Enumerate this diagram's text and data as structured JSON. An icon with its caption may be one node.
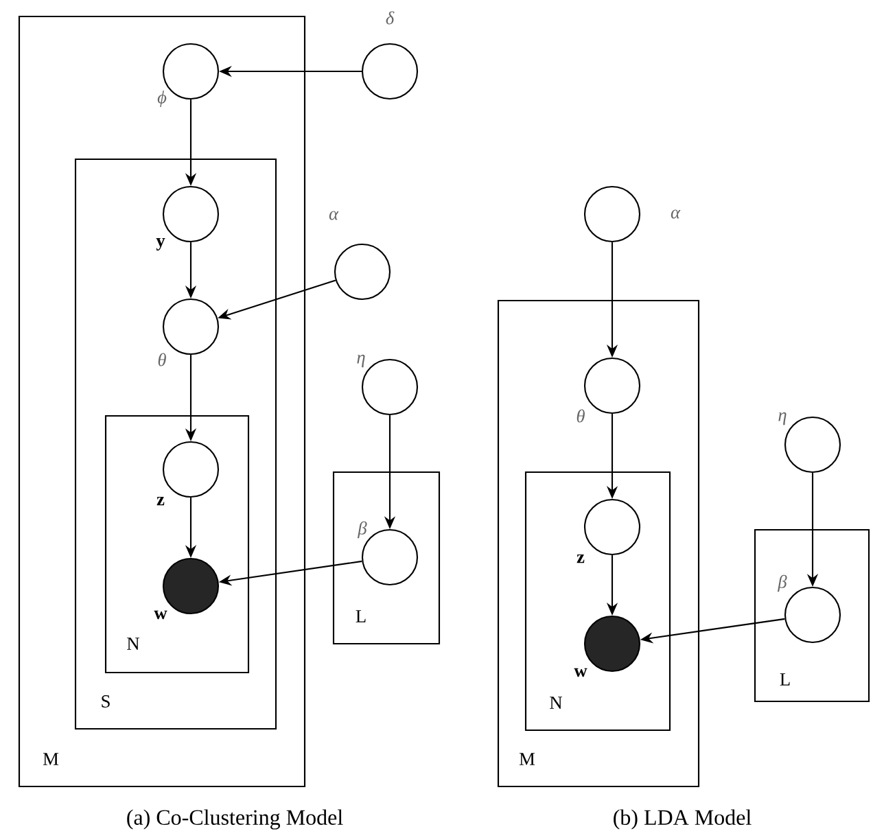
{
  "diagram": {
    "nodes": [
      {
        "text": [
          "M"
        ]
      },
      {
        "text": [],
        "shape": "circle",
        "in": 0,
        "beside": [
          "ϕ"
        ]
      },
      {
        "text": [],
        "shape": "circle",
        "beside": [
          "δ"
        ]
      },
      {
        "text": [
          "S"
        ],
        "in": 0
      },
      {
        "text": [],
        "shape": "circle",
        "in": 3,
        "beside": [
          "y"
        ]
      },
      {
        "text": [],
        "shape": "circle",
        "in": 3,
        "beside": [
          "θ"
        ]
      },
      {
        "text": [],
        "shape": "circle",
        "beside": [
          "α"
        ]
      },
      {
        "text": [
          "N"
        ],
        "in": 3
      },
      {
        "text": [],
        "shape": "circle",
        "in": 7,
        "beside": [
          "z"
        ]
      },
      {
        "text": [],
        "shape": "circle",
        "in": 7,
        "beside": [
          "w"
        ]
      },
      {
        "text": [],
        "shape": "circle",
        "beside": [
          "η"
        ]
      },
      {
        "text": [
          "L"
        ]
      },
      {
        "text": [],
        "shape": "circle",
        "in": 11,
        "beside": [
          "β"
        ]
      },
      {
        "text": [],
        "shape": "circle",
        "beside": [
          "α"
        ]
      },
      {
        "text": [
          "M"
        ]
      },
      {
        "text": [],
        "shape": "circle",
        "in": 14,
        "beside": [
          "θ"
        ]
      },
      {
        "text": [
          "N"
        ],
        "in": 14
      },
      {
        "text": [],
        "shape": "circle",
        "in": 16,
        "beside": [
          "z"
        ]
      },
      {
        "text": [],
        "shape": "circle",
        "in": 16,
        "beside": [
          "w"
        ]
      },
      {
        "text": [],
        "shape": "circle",
        "beside": [
          "η"
        ]
      },
      {
        "text": [
          "L"
        ]
      },
      {
        "text": [],
        "shape": "circle",
        "in": 20,
        "beside": [
          "β"
        ]
      }
    ],
    "edges": [
      {
        "from": 2,
        "to": 1,
        "arrow": "to"
      },
      {
        "from": 1,
        "to": 4,
        "arrow": "to"
      },
      {
        "from": 4,
        "to": 5,
        "arrow": "to"
      },
      {
        "from": 6,
        "to": 5,
        "arrow": "to"
      },
      {
        "from": 5,
        "to": 8,
        "arrow": "to"
      },
      {
        "from": 8,
        "to": 9,
        "arrow": "to"
      },
      {
        "from": 10,
        "to": 12,
        "arrow": "to"
      },
      {
        "from": 12,
        "to": 9,
        "arrow": "to"
      },
      {
        "from": 13,
        "to": 15,
        "arrow": "to"
      },
      {
        "from": 15,
        "to": 17,
        "arrow": "to"
      },
      {
        "from": 17,
        "to": 18,
        "arrow": "to"
      },
      {
        "from": 19,
        "to": 21,
        "arrow": "to"
      },
      {
        "from": 21,
        "to": 18,
        "arrow": "to"
      }
    ],
    "labels": [
      "(a)  Co-Clustering Model",
      "(b)  LDA Model"
    ]
  }
}
